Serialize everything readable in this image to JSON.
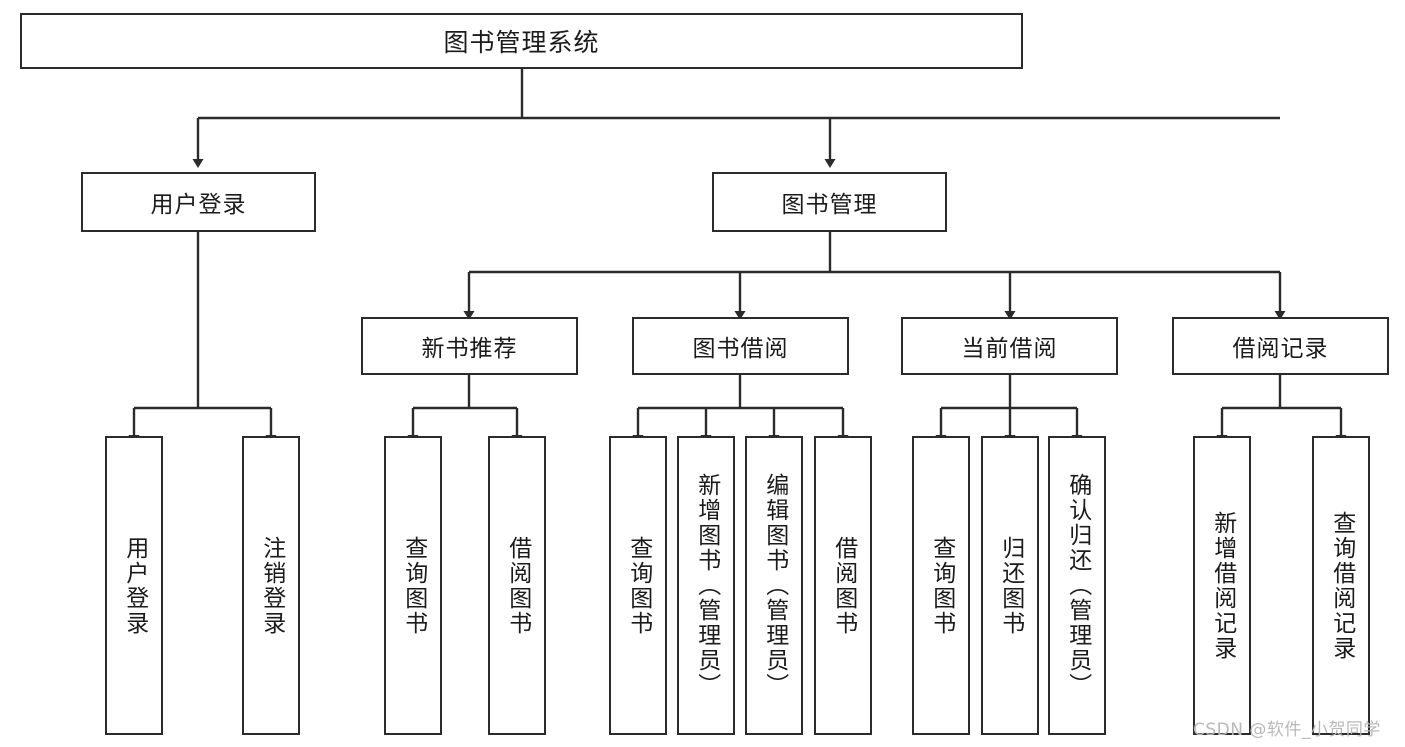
{
  "diagram": {
    "title": "图书管理系统",
    "type": "hierarchy",
    "root": {
      "label": "图书管理系统"
    },
    "level2": [
      {
        "label": "用户登录"
      },
      {
        "label": "图书管理"
      }
    ],
    "level3": [
      {
        "label": "新书推荐"
      },
      {
        "label": "图书借阅"
      },
      {
        "label": "当前借阅"
      },
      {
        "label": "借阅记录"
      }
    ],
    "leaves": {
      "user_login": [
        {
          "label": "用户登录"
        },
        {
          "label": "注销登录"
        }
      ],
      "new_book_recommend": [
        {
          "label": "查询图书"
        },
        {
          "label": "借阅图书"
        }
      ],
      "book_borrow": [
        {
          "label": "查询图书"
        },
        {
          "label": "新增图书（管理员）"
        },
        {
          "label": "编辑图书（管理员）"
        },
        {
          "label": "借阅图书"
        }
      ],
      "current_borrow": [
        {
          "label": "查询图书"
        },
        {
          "label": "归还图书"
        },
        {
          "label": "确认归还（管理员）"
        }
      ],
      "borrow_record": [
        {
          "label": "新增借阅记录"
        },
        {
          "label": "查询借阅记录"
        }
      ]
    }
  },
  "watermark": {
    "text": "CSDN @软件_小贺同学"
  },
  "colors": {
    "border": "#2b2b2b",
    "background": "#ffffff",
    "text": "#1b1b1b",
    "watermark": "#b9b9b9"
  }
}
